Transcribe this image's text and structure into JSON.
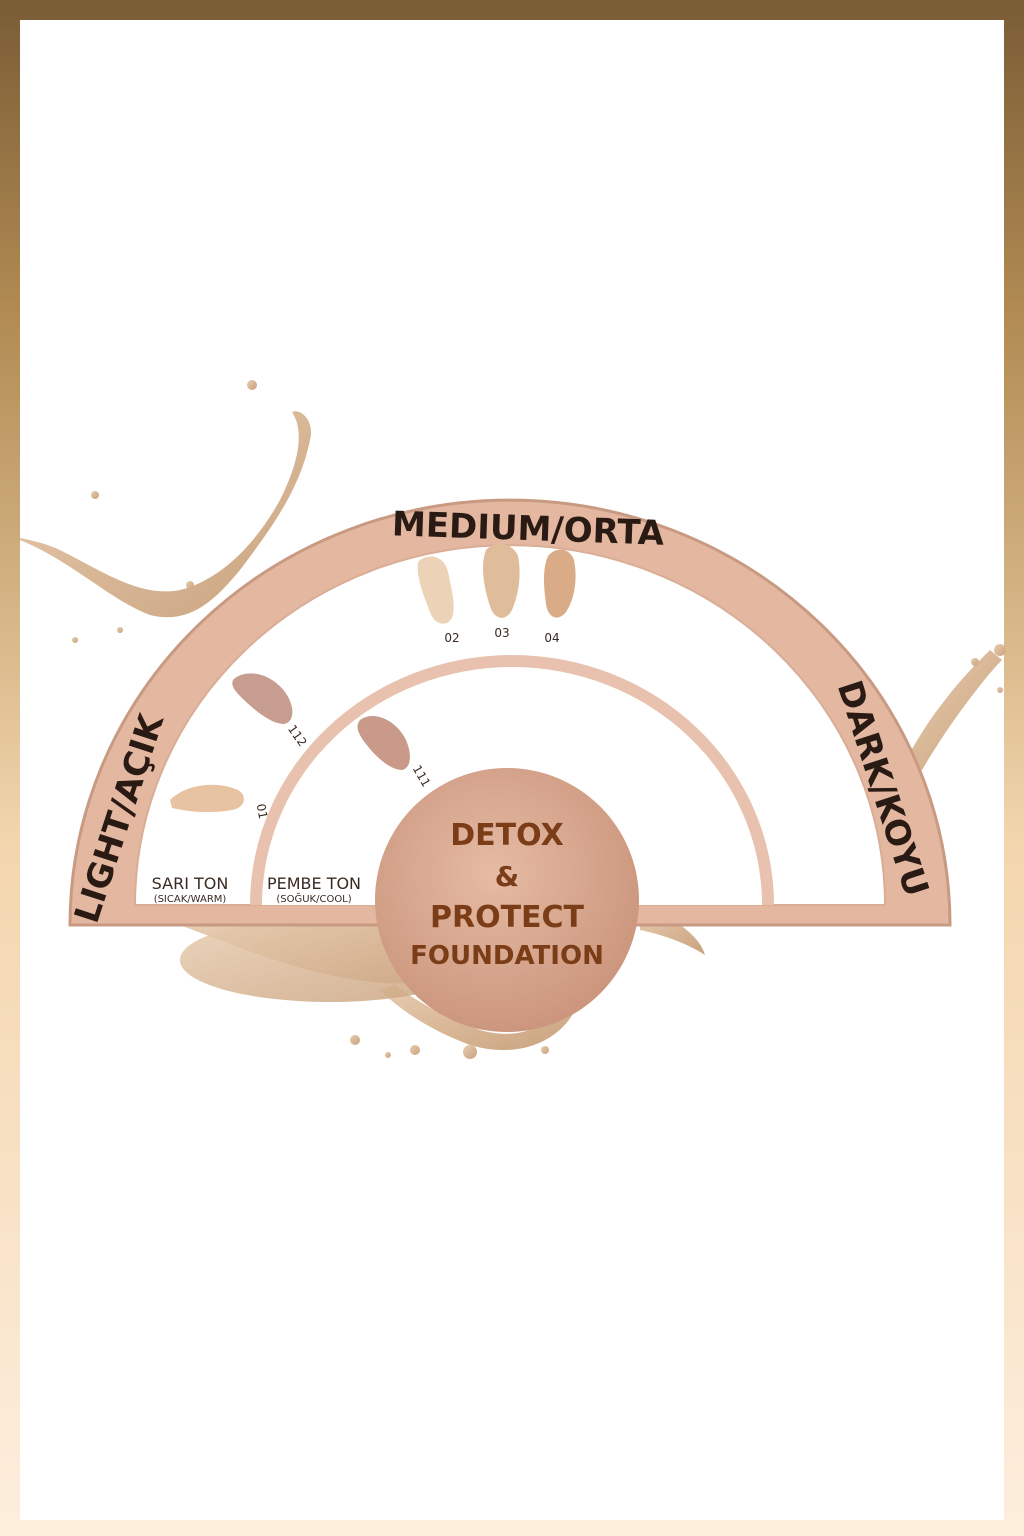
{
  "colors": {
    "frame_top": "#7a5c35",
    "frame_bottom": "#fdeedd",
    "arch": "#e3b7a0",
    "arch_edge": "#c99a82",
    "center_disc": "#d8a88f",
    "center_text": "#7a3d18",
    "splash": "#d7b99a"
  },
  "arch": {
    "top_label": "MEDIUM/ORTA",
    "left_label": "LIGHT/AÇIK",
    "right_label": "DARK/KOYU"
  },
  "tones": {
    "warm": {
      "name": "SARI TON",
      "note": "(SICAK/WARM)"
    },
    "cool": {
      "name": "PEMBE TON",
      "note": "(SOĞUK/COOL)"
    }
  },
  "shades": [
    {
      "code": "01",
      "color": "#e7c3a2"
    },
    {
      "code": "112",
      "color": "#c79d8f"
    },
    {
      "code": "111",
      "color": "#c99a8a"
    },
    {
      "code": "02",
      "color": "#ecd2b6"
    },
    {
      "code": "03",
      "color": "#e0bd9a"
    },
    {
      "code": "04",
      "color": "#d9ab87"
    }
  ],
  "center": {
    "line1": "DETOX",
    "line2": "&",
    "line3": "PROTECT",
    "line4": "FOUNDATION"
  }
}
